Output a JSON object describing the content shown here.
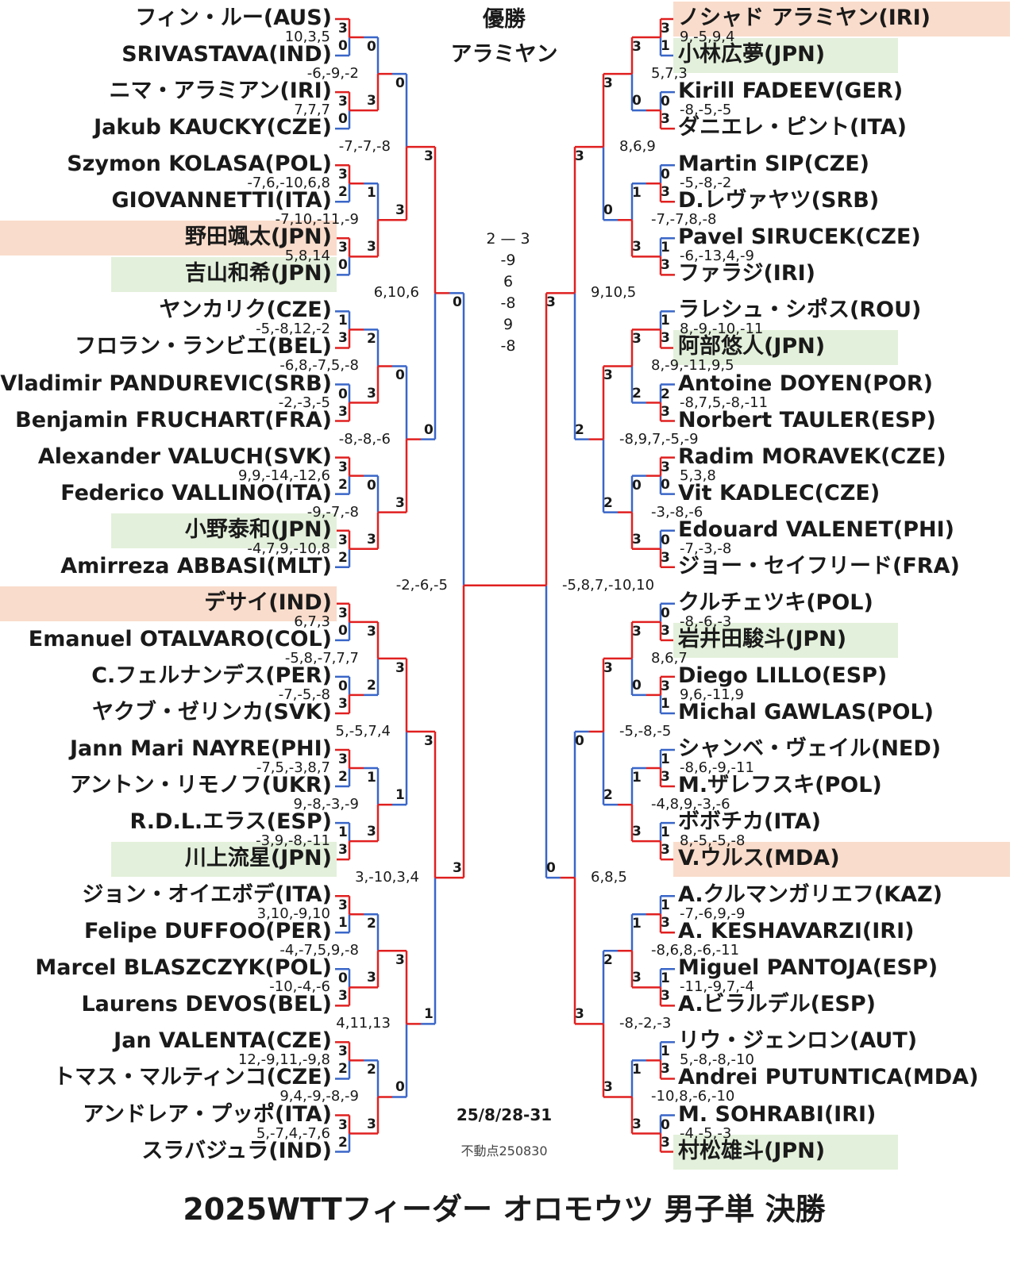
{
  "title": "2025WTTフィーダー オロモウツ 男子単 決勝",
  "champion_label": "優勝",
  "champion_name": "アラミヤン",
  "date": "25/8/28-31",
  "credit": "不動点250830",
  "colors": {
    "winner_line": "#e02020",
    "loser_line": "#3a66c8",
    "highlight_orange": "#f9dccb",
    "highlight_green": "#e3f0db"
  },
  "final": {
    "scores": [
      "2",
      "—",
      "3"
    ],
    "games": [
      "-9",
      "6",
      "-8",
      "9",
      "-8"
    ]
  },
  "left": {
    "players": [
      {
        "name": "フィン・ルー(AUS)",
        "hl": ""
      },
      {
        "name": "SRIVASTAVA(IND)",
        "hl": ""
      },
      {
        "name": "ニマ・アラミアン(IRI)",
        "hl": ""
      },
      {
        "name": "Jakub KAUCKY(CZE)",
        "hl": ""
      },
      {
        "name": "Szymon KOLASA(POL)",
        "hl": ""
      },
      {
        "name": "GIOVANNETTI(ITA)",
        "hl": ""
      },
      {
        "name": "野田颯太(JPN)",
        "hl": "orange"
      },
      {
        "name": "吉山和希(JPN)",
        "hl": "green"
      },
      {
        "name": "ヤンカリク(CZE)",
        "hl": ""
      },
      {
        "name": "フロラン・ランビエ(BEL)",
        "hl": ""
      },
      {
        "name": "Vladimir PANDUREVIC(SRB)",
        "hl": ""
      },
      {
        "name": "Benjamin FRUCHART(FRA)",
        "hl": ""
      },
      {
        "name": "Alexander VALUCH(SVK)",
        "hl": ""
      },
      {
        "name": "Federico VALLINO(ITA)",
        "hl": ""
      },
      {
        "name": "小野泰和(JPN)",
        "hl": "green"
      },
      {
        "name": "Amirreza ABBASI(MLT)",
        "hl": ""
      },
      {
        "name": "デサイ(IND)",
        "hl": "orange"
      },
      {
        "name": "Emanuel OTALVARO(COL)",
        "hl": ""
      },
      {
        "name": "C.フェルナンデス(PER)",
        "hl": ""
      },
      {
        "name": "ヤクブ・ゼリンカ(SVK)",
        "hl": ""
      },
      {
        "name": "Jann Mari NAYRE(PHI)",
        "hl": ""
      },
      {
        "name": "アントン・リモノフ(UKR)",
        "hl": ""
      },
      {
        "name": "R.D.L.エラス(ESP)",
        "hl": ""
      },
      {
        "name": "川上流星(JPN)",
        "hl": "green"
      },
      {
        "name": "ジョン・オイエボデ(ITA)",
        "hl": ""
      },
      {
        "name": "Felipe DUFFOO(PER)",
        "hl": ""
      },
      {
        "name": "Marcel BLASZCZYK(POL)",
        "hl": ""
      },
      {
        "name": "Laurens DEVOS(BEL)",
        "hl": ""
      },
      {
        "name": "Jan VALENTA(CZE)",
        "hl": ""
      },
      {
        "name": "トマス・マルティンコ(CZE)",
        "hl": ""
      },
      {
        "name": "アンドレア・プッポ(ITA)",
        "hl": ""
      },
      {
        "name": "スラバジュラ(IND)",
        "hl": ""
      }
    ],
    "r1": [
      {
        "s": [
          "3",
          "0"
        ],
        "w": 0,
        "g": "10,3,5"
      },
      {
        "s": [
          "3",
          "0"
        ],
        "w": 0,
        "g": "7,7,7"
      },
      {
        "s": [
          "3",
          "2"
        ],
        "w": 0,
        "g": "-7,6,-10,6,8"
      },
      {
        "s": [
          "3",
          "0"
        ],
        "w": 0,
        "g": "5,8,14"
      },
      {
        "s": [
          "1",
          "3"
        ],
        "w": 1,
        "g": "-5,-8,12,-2"
      },
      {
        "s": [
          "0",
          "3"
        ],
        "w": 1,
        "g": "-2,-3,-5"
      },
      {
        "s": [
          "3",
          "2"
        ],
        "w": 0,
        "g": "9,9,-14,-12,6"
      },
      {
        "s": [
          "3",
          "2"
        ],
        "w": 0,
        "g": "-4,7,9,-10,8"
      },
      {
        "s": [
          "3",
          "0"
        ],
        "w": 0,
        "g": "6,7,3"
      },
      {
        "s": [
          "0",
          "3"
        ],
        "w": 1,
        "g": "-7,-5,-8"
      },
      {
        "s": [
          "3",
          "2"
        ],
        "w": 0,
        "g": "-7,5,-3,8,7"
      },
      {
        "s": [
          "1",
          "3"
        ],
        "w": 1,
        "g": "-3,9,-8,-11"
      },
      {
        "s": [
          "3",
          "1"
        ],
        "w": 0,
        "g": "3,10,-9,10"
      },
      {
        "s": [
          "0",
          "3"
        ],
        "w": 1,
        "g": "-10,-4,-6"
      },
      {
        "s": [
          "3",
          "2"
        ],
        "w": 0,
        "g": "12,-9,11,-9,8"
      },
      {
        "s": [
          "3",
          "2"
        ],
        "w": 0,
        "g": "5,-7,4,-7,6"
      }
    ],
    "r2": [
      {
        "s": [
          "0",
          "3"
        ],
        "w": 1,
        "g": "-6,-9,-2"
      },
      {
        "s": [
          "1",
          "3"
        ],
        "w": 1,
        "g": "-7,10,-11,-9"
      },
      {
        "s": [
          "2",
          "3"
        ],
        "w": 1,
        "g": "-6,8,-7,5,-8"
      },
      {
        "s": [
          "0",
          "3"
        ],
        "w": 1,
        "g": "-9,-7,-8"
      },
      {
        "s": [
          "3",
          "2"
        ],
        "w": 0,
        "g": "-5,8,-7,7,7"
      },
      {
        "s": [
          "1",
          "3"
        ],
        "w": 1,
        "g": "9,-8,-3,-9"
      },
      {
        "s": [
          "2",
          "3"
        ],
        "w": 1,
        "g": "-4,-7,5,9,-8"
      },
      {
        "s": [
          "2",
          "3"
        ],
        "w": 1,
        "g": "9,4,-9,-8,-9"
      }
    ],
    "r3": [
      {
        "s": [
          "0",
          "3"
        ],
        "w": 1,
        "g": "-7,-7,-8"
      },
      {
        "s": [
          "0",
          "3"
        ],
        "w": 1,
        "g": "-8,-8,-6"
      },
      {
        "s": [
          "3",
          "1"
        ],
        "w": 0,
        "g": "5,-5,7,4"
      },
      {
        "s": [
          "3",
          "0"
        ],
        "w": 0,
        "g": "4,11,13"
      }
    ],
    "r4": [
      {
        "s": [
          "3",
          "0"
        ],
        "w": 0,
        "g": "6,10,6"
      },
      {
        "s": [
          "3",
          "1"
        ],
        "w": 0,
        "g": "3,-10,3,4"
      }
    ],
    "r5": [
      {
        "s": [
          "0",
          "3"
        ],
        "w": 1,
        "g": "-2,-6,-5"
      }
    ]
  },
  "right": {
    "players": [
      {
        "name": "ノシャド アラミヤン(IRI)",
        "hl": "orange"
      },
      {
        "name": "小林広夢(JPN)",
        "hl": "green"
      },
      {
        "name": "Kirill FADEEV(GER)",
        "hl": ""
      },
      {
        "name": "ダニエレ・ピント(ITA)",
        "hl": ""
      },
      {
        "name": "Martin SIP(CZE)",
        "hl": ""
      },
      {
        "name": "D.レヴァヤツ(SRB)",
        "hl": ""
      },
      {
        "name": "Pavel SIRUCEK(CZE)",
        "hl": ""
      },
      {
        "name": "ファラジ(IRI)",
        "hl": ""
      },
      {
        "name": "ラレシュ・シポス(ROU)",
        "hl": ""
      },
      {
        "name": "阿部悠人(JPN)",
        "hl": "green"
      },
      {
        "name": "Antoine DOYEN(POR)",
        "hl": ""
      },
      {
        "name": "Norbert TAULER(ESP)",
        "hl": ""
      },
      {
        "name": "Radim MORAVEK(CZE)",
        "hl": ""
      },
      {
        "name": "Vit KADLEC(CZE)",
        "hl": ""
      },
      {
        "name": "Edouard VALENET(PHI)",
        "hl": ""
      },
      {
        "name": "ジョー・セイフリード(FRA)",
        "hl": ""
      },
      {
        "name": "クルチェツキ(POL)",
        "hl": ""
      },
      {
        "name": "岩井田駿斗(JPN)",
        "hl": "green"
      },
      {
        "name": "Diego LILLO(ESP)",
        "hl": ""
      },
      {
        "name": "Michal GAWLAS(POL)",
        "hl": ""
      },
      {
        "name": "シャンベ・ヴェイル(NED)",
        "hl": ""
      },
      {
        "name": "M.ザレフスキ(POL)",
        "hl": ""
      },
      {
        "name": "ボボチカ(ITA)",
        "hl": ""
      },
      {
        "name": "V.ウルス(MDA)",
        "hl": "orange"
      },
      {
        "name": "A.クルマンガリエフ(KAZ)",
        "hl": ""
      },
      {
        "name": "A. KESHAVARZI(IRI)",
        "hl": ""
      },
      {
        "name": "Miguel PANTOJA(ESP)",
        "hl": ""
      },
      {
        "name": "A.ビラルデル(ESP)",
        "hl": ""
      },
      {
        "name": "リウ・ジェンロン(AUT)",
        "hl": ""
      },
      {
        "name": "Andrei PUTUNTICA(MDA)",
        "hl": ""
      },
      {
        "name": "M. SOHRABI(IRI)",
        "hl": ""
      },
      {
        "name": "村松雄斗(JPN)",
        "hl": "green"
      }
    ],
    "r1": [
      {
        "s": [
          "3",
          "1"
        ],
        "w": 0,
        "g": "9,-5,9,4"
      },
      {
        "s": [
          "0",
          "3"
        ],
        "w": 1,
        "g": "-8,-5,-5"
      },
      {
        "s": [
          "0",
          "3"
        ],
        "w": 1,
        "g": "-5,-8,-2"
      },
      {
        "s": [
          "1",
          "3"
        ],
        "w": 1,
        "g": "-6,-13,4,-9"
      },
      {
        "s": [
          "1",
          "3"
        ],
        "w": 1,
        "g": "8,-9,-10,-11"
      },
      {
        "s": [
          "2",
          "3"
        ],
        "w": 1,
        "g": "-8,7,5,-8,-11"
      },
      {
        "s": [
          "3",
          "0"
        ],
        "w": 0,
        "g": "5,3,8"
      },
      {
        "s": [
          "0",
          "3"
        ],
        "w": 1,
        "g": "-7,-3,-8"
      },
      {
        "s": [
          "0",
          "3"
        ],
        "w": 1,
        "g": "-8,-6,-3"
      },
      {
        "s": [
          "3",
          "1"
        ],
        "w": 0,
        "g": "9,6,-11,9"
      },
      {
        "s": [
          "1",
          "3"
        ],
        "w": 1,
        "g": "-8,6,-9,-11"
      },
      {
        "s": [
          "1",
          "3"
        ],
        "w": 1,
        "g": "8,-5,-5,-8"
      },
      {
        "s": [
          "1",
          "3"
        ],
        "w": 1,
        "g": "-7,-6,9,-9"
      },
      {
        "s": [
          "1",
          "3"
        ],
        "w": 1,
        "g": "-11,-9,7,-4"
      },
      {
        "s": [
          "1",
          "3"
        ],
        "w": 1,
        "g": "5,-8,-8,-10"
      },
      {
        "s": [
          "0",
          "3"
        ],
        "w": 1,
        "g": "-4,-5,-3"
      }
    ],
    "r2": [
      {
        "s": [
          "3",
          "0"
        ],
        "w": 0,
        "g": "5,7,3"
      },
      {
        "s": [
          "1",
          "3"
        ],
        "w": 1,
        "g": "-7,-7,8,-8"
      },
      {
        "s": [
          "3",
          "2"
        ],
        "w": 0,
        "g": "8,-9,-11,9,5"
      },
      {
        "s": [
          "0",
          "3"
        ],
        "w": 1,
        "g": "-3,-8,-6"
      },
      {
        "s": [
          "3",
          "0"
        ],
        "w": 0,
        "g": "8,6,7"
      },
      {
        "s": [
          "1",
          "3"
        ],
        "w": 1,
        "g": "-4,8,9,-3,-6"
      },
      {
        "s": [
          "1",
          "3"
        ],
        "w": 1,
        "g": "-8,6,8,-6,-11"
      },
      {
        "s": [
          "1",
          "3"
        ],
        "w": 1,
        "g": "-10,8,-6,-10"
      }
    ],
    "r3": [
      {
        "s": [
          "3",
          "0"
        ],
        "w": 0,
        "g": "8,6,9"
      },
      {
        "s": [
          "3",
          "2"
        ],
        "w": 0,
        "g": "-8,9,7,-5,-9"
      },
      {
        "s": [
          "3",
          "2"
        ],
        "w": 0,
        "g": "-5,-8,-5"
      },
      {
        "s": [
          "2",
          "3"
        ],
        "w": 1,
        "g": "-8,-2,-3"
      }
    ],
    "r4": [
      {
        "s": [
          "3",
          "2"
        ],
        "w": 0,
        "g": "9,10,5"
      },
      {
        "s": [
          "0",
          "3"
        ],
        "w": 1,
        "g": "6,8,5"
      }
    ],
    "r5": [
      {
        "s": [
          "3",
          "0"
        ],
        "w": 0,
        "g": "-5,8,7,-10,10"
      }
    ]
  }
}
